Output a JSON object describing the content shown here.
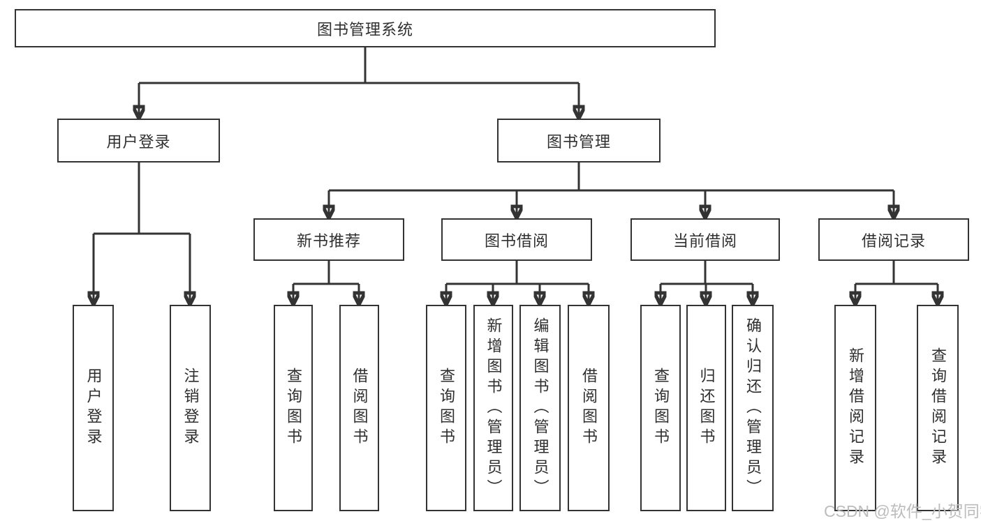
{
  "tree": {
    "label": "图书管理系统",
    "children": [
      {
        "label": "用户登录",
        "children": [
          {
            "label": "用户登录"
          },
          {
            "label": "注销登录"
          }
        ]
      },
      {
        "label": "图书管理",
        "children": [
          {
            "label": "新书推荐",
            "children": [
              {
                "label": "查询图书"
              },
              {
                "label": "借阅图书"
              }
            ]
          },
          {
            "label": "图书借阅",
            "children": [
              {
                "label": "查询图书"
              },
              {
                "label": "新增图书（管理员）"
              },
              {
                "label": "编辑图书（管理员）"
              },
              {
                "label": "借阅图书"
              }
            ]
          },
          {
            "label": "当前借阅",
            "children": [
              {
                "label": "查询图书"
              },
              {
                "label": "归还图书"
              },
              {
                "label": "确认归还（管理员）"
              }
            ]
          },
          {
            "label": "借阅记录",
            "children": [
              {
                "label": "新增借阅记录"
              },
              {
                "label": "查询借阅记录"
              }
            ]
          }
        ]
      }
    ]
  },
  "watermark": {
    "text": "CSDN @软件_小贺同学"
  },
  "colors": {
    "line": "#333333",
    "text": "#2f2f2f",
    "watermark": "#bcbcbc",
    "background": "#ffffff"
  }
}
